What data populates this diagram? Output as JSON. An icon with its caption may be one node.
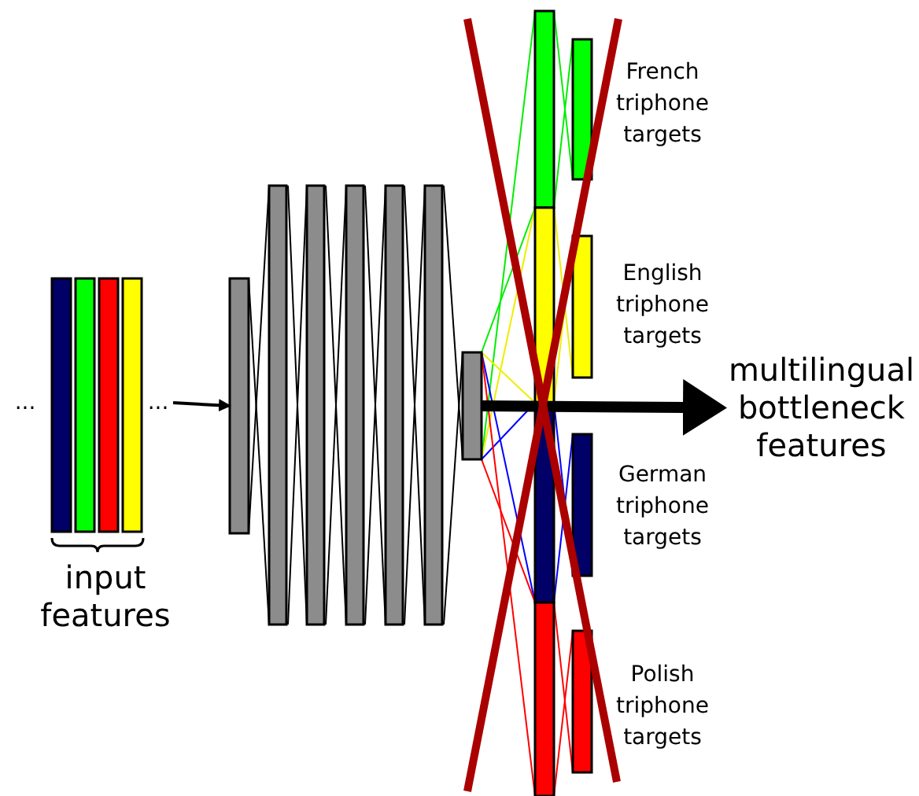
{
  "diagram": {
    "nodes": [
      {
        "text": [
          "..."
        ]
      },
      {
        "text": [],
        "shape": "bar"
      },
      {
        "text": [],
        "shape": "bar"
      },
      {
        "text": [
          "multilingual bottleneck features"
        ]
      }
    ],
    "edges": [
      {
        "from": 0,
        "to": 1,
        "arrow": "to"
      },
      {
        "from": 2,
        "to": 3,
        "arrow": "to",
        "style": "thick"
      }
    ],
    "labels": [
      "...",
      "input features",
      "French triphone targets",
      "English triphone targets",
      "German triphone targets",
      "Polish triphone targets"
    ]
  }
}
